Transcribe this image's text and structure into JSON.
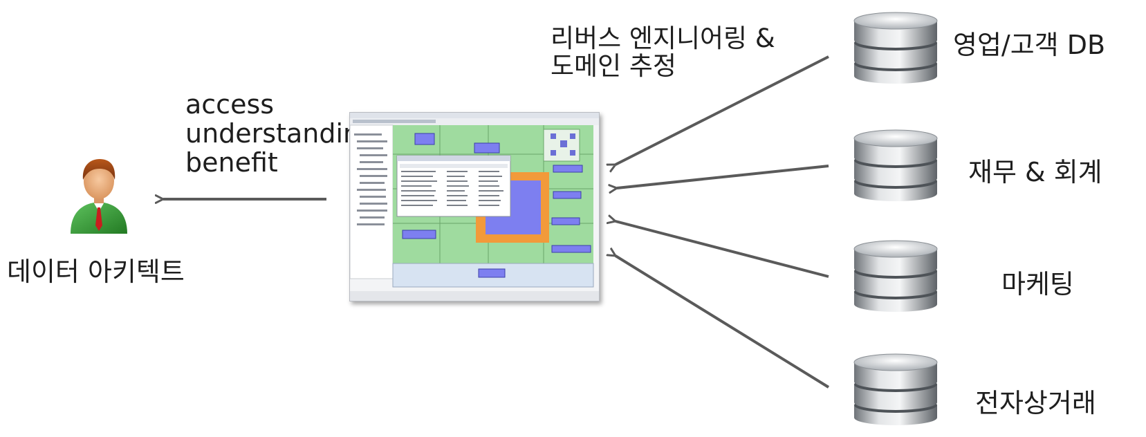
{
  "left_actor": {
    "label": "데이터 아키텍트",
    "caption_lines": [
      "access",
      "understanding",
      "benefit"
    ]
  },
  "right_caption": [
    "리버스 엔지니어링 &",
    "도메인 추정"
  ],
  "databases": [
    {
      "label": "영업/고객 DB"
    },
    {
      "label": "재무 & 회계"
    },
    {
      "label": "마케팅"
    },
    {
      "label": "전자상거래"
    }
  ],
  "colors": {
    "arrow": "#5a5a5a",
    "db_silver": "#9ea3a8",
    "diagram_green": "#9fdb9f",
    "diagram_orange": "#f29a3a",
    "diagram_blue": "#7d7ff0"
  }
}
